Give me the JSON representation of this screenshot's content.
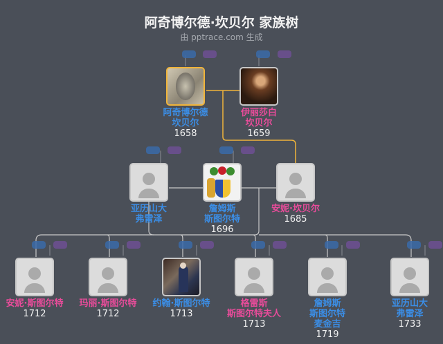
{
  "header": {
    "title": "阿奇博尔德·坎贝尔 家族树",
    "subtitle": "由 pptrace.com 生成"
  },
  "colors": {
    "background": "#4a4f58",
    "male_name": "#3b8ee6",
    "female_name": "#e84c9a",
    "root_highlight": "#f0b43a",
    "connector": "#c9c9c9"
  },
  "generation1": [
    {
      "name_lines": [
        "阿奇博尔德",
        "坎贝尔"
      ],
      "year": "1658",
      "gender": "male",
      "root": true,
      "photo": "portrait-engraving"
    },
    {
      "name_lines": [
        "伊丽莎白",
        "坎贝尔"
      ],
      "year": "1659",
      "gender": "female",
      "photo": "portrait-painting"
    }
  ],
  "generation2": [
    {
      "name_lines": [
        "亚历山大",
        "弗雷泽"
      ],
      "year": "",
      "gender": "male",
      "photo": "placeholder"
    },
    {
      "name_lines": [
        "詹姆斯",
        "斯图尔特"
      ],
      "year": "1696",
      "gender": "male",
      "photo": "coat-of-arms"
    },
    {
      "name_lines": [
        "安妮·坎贝尔"
      ],
      "year": "1685",
      "gender": "female",
      "photo": "placeholder"
    }
  ],
  "generation3": [
    {
      "name_lines": [
        "安妮·斯图尔特"
      ],
      "year": "1712",
      "gender": "female",
      "photo": "placeholder"
    },
    {
      "name_lines": [
        "玛丽·斯图尔特"
      ],
      "year": "1712",
      "gender": "female",
      "photo": "placeholder"
    },
    {
      "name_lines": [
        "约翰·斯图尔特"
      ],
      "year": "1713",
      "gender": "male",
      "photo": "portrait-painting"
    },
    {
      "name_lines": [
        "格雷斯",
        "斯图尔特夫人"
      ],
      "year": "1713",
      "gender": "female",
      "photo": "placeholder"
    },
    {
      "name_lines": [
        "詹姆斯",
        "斯图尔特",
        "麦金吉"
      ],
      "year": "1719",
      "gender": "male",
      "photo": "placeholder"
    },
    {
      "name_lines": [
        "亚历山大",
        "弗雷泽"
      ],
      "year": "1733",
      "gender": "male",
      "photo": "placeholder"
    }
  ]
}
